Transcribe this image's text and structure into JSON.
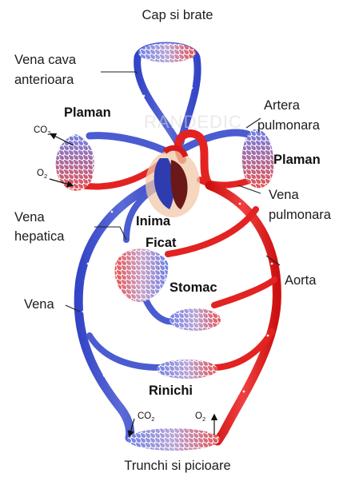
{
  "labels": {
    "cap_si_brate": "Cap si brate",
    "vena_cava_line1": "Vena cava",
    "vena_cava_line2": "anterioara",
    "plaman_left": "Plaman",
    "plaman_right": "Plaman",
    "artera_line1": "Artera",
    "artera_line2": "pulmonara",
    "vena_pulm_line1": "Vena",
    "vena_pulm_line2": "pulmonara",
    "vena_hep_line1": "Vena",
    "vena_hep_line2": "hepatica",
    "inima": "Inima",
    "ficat": "Ficat",
    "stomac": "Stomac",
    "aorta": "Aorta",
    "vena": "Vena",
    "rinichi": "Rinichi",
    "trunchi": "Trunchi si picioare"
  },
  "gases": {
    "co2_main": "CO",
    "co2_sub": "2",
    "o2_main": "O",
    "o2_sub": "2"
  },
  "watermark": "RANDEDIC",
  "colors": {
    "vein_blue": "#3d4fc9",
    "artery_red": "#e01a1a",
    "capillary_blue": "#6f7fe0",
    "capillary_red": "#e85050"
  }
}
